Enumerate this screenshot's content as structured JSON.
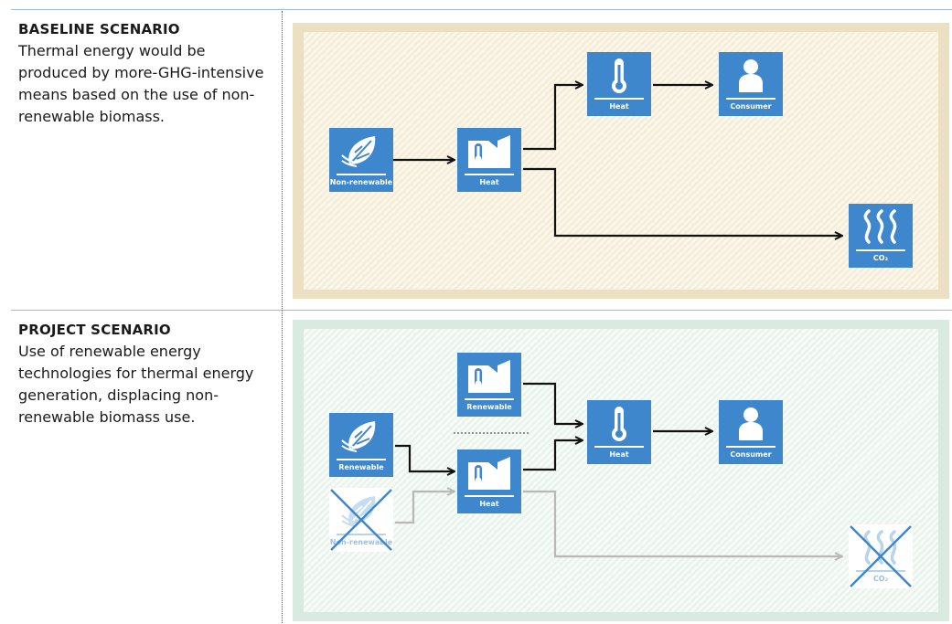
{
  "baseline": {
    "title": "BASELINE SCENARIO",
    "description": "Thermal energy would be produced by more-GHG-intensive means based on the use of non-renewable biomass.",
    "boxes": {
      "source": "Non-renewable",
      "plant": "Heat",
      "heat": "Heat",
      "consumer": "Consumer",
      "emission": "CO₂"
    }
  },
  "project": {
    "title": "PROJECT SCENARIO",
    "description": "Use of renewable energy technologies for thermal energy generation, displacing non-renewable biomass use.",
    "boxes": {
      "renewable_plant": "Renewable",
      "renewable_source": "Renewable",
      "plant": "Heat",
      "nonrenewable_source": "Non-renewable",
      "heat": "Heat",
      "consumer": "Consumer",
      "emission": "CO₂"
    }
  },
  "colors": {
    "box_blue": "#3f87cc",
    "baseline_panel": "#ece0c2",
    "project_panel": "#d9ebe0",
    "arrow_active": "#111111",
    "arrow_inactive": "#b8b8b8",
    "cross": "#3f87cc"
  }
}
